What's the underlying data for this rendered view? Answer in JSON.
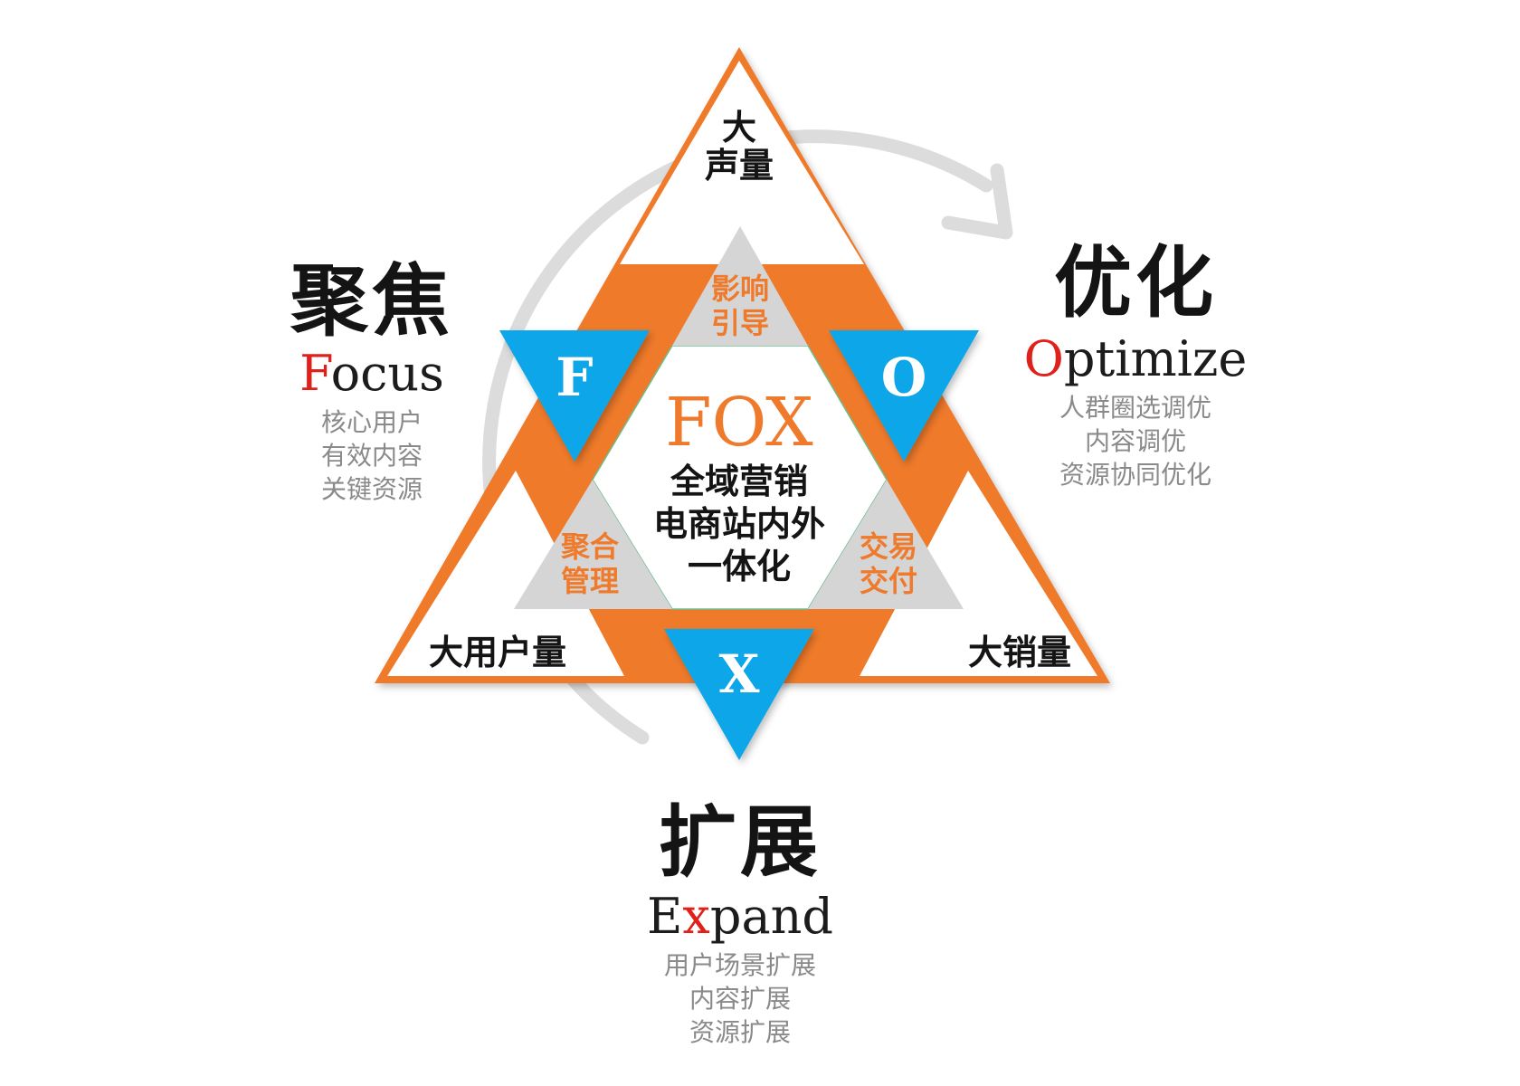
{
  "colors": {
    "orange": "#ef7a2c",
    "blue": "#10a6e8",
    "gray_fill": "#d5d5d5",
    "accent_red": "#e0201a",
    "text_dark": "#141414",
    "text_gray": "#8a8a8a"
  },
  "center": {
    "title": "FOX",
    "lines": [
      "全域营销",
      "电商站内外",
      "一体化"
    ]
  },
  "outer_triangles": {
    "top": [
      "大",
      "声量"
    ],
    "bottom_left": "大用户量",
    "bottom_right": "大销量"
  },
  "inner_triangles": {
    "top": [
      "影响",
      "引导"
    ],
    "left": [
      "聚合",
      "管理"
    ],
    "right": [
      "交易",
      "交付"
    ]
  },
  "letters": {
    "f": "F",
    "o": "O",
    "x": "X"
  },
  "focus": {
    "zh": "聚焦",
    "en_initial": "F",
    "en_rest": "ocus",
    "items": [
      "核心用户",
      "有效内容",
      "关键资源"
    ]
  },
  "optimize": {
    "zh": "优化",
    "en_initial": "O",
    "en_rest": "ptimize",
    "items": [
      "人群圈选调优",
      "内容调优",
      "资源协同优化"
    ]
  },
  "expand": {
    "zh": "扩展",
    "en_initial": "E",
    "en_accent": "x",
    "en_rest": "pand",
    "items": [
      "用户场景扩展",
      "内容扩展",
      "资源扩展"
    ]
  }
}
